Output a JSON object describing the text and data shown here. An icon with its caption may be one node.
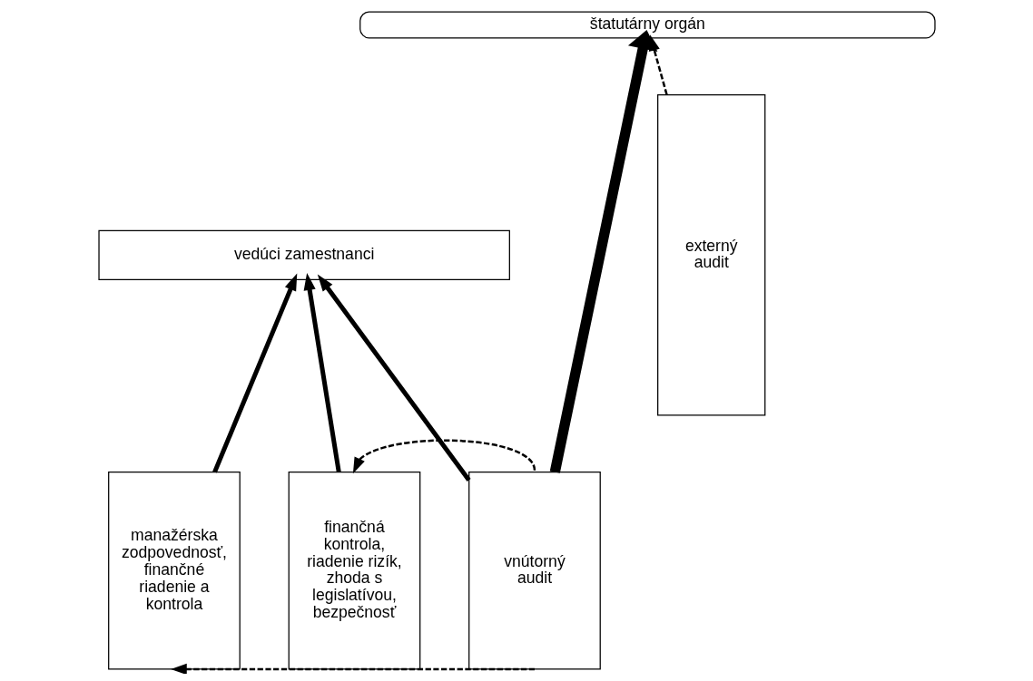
{
  "diagram": {
    "nodes": [
      {
        "text": [
          "štatutárny orgán"
        ]
      },
      {
        "text": [
          "vedúci zamestnanci"
        ]
      },
      {
        "text": [
          "manažérska zodpovednosť, finančné riadenie a kontrola"
        ]
      },
      {
        "text": [
          "finančná kontrola, riadenie rizík, zhoda s legislatívou, bezpečnosť"
        ]
      },
      {
        "text": [
          "vnútorný audit"
        ]
      },
      {
        "text": [
          "externý audit"
        ]
      }
    ],
    "edges": [
      {
        "from": 2,
        "to": 1,
        "arrow": "to"
      },
      {
        "from": 3,
        "to": 1,
        "arrow": "to"
      },
      {
        "from": 4,
        "to": 1,
        "arrow": "to"
      },
      {
        "from": 4,
        "to": 0,
        "arrow": "to",
        "style": "thick"
      },
      {
        "from": 5,
        "to": 0,
        "arrow": "to",
        "style": "dashed"
      },
      {
        "from": 4,
        "to": 2,
        "arrow": "to",
        "style": "dashed"
      },
      {
        "from": 4,
        "to": 3,
        "arrow": "to",
        "style": "dashed"
      }
    ]
  }
}
